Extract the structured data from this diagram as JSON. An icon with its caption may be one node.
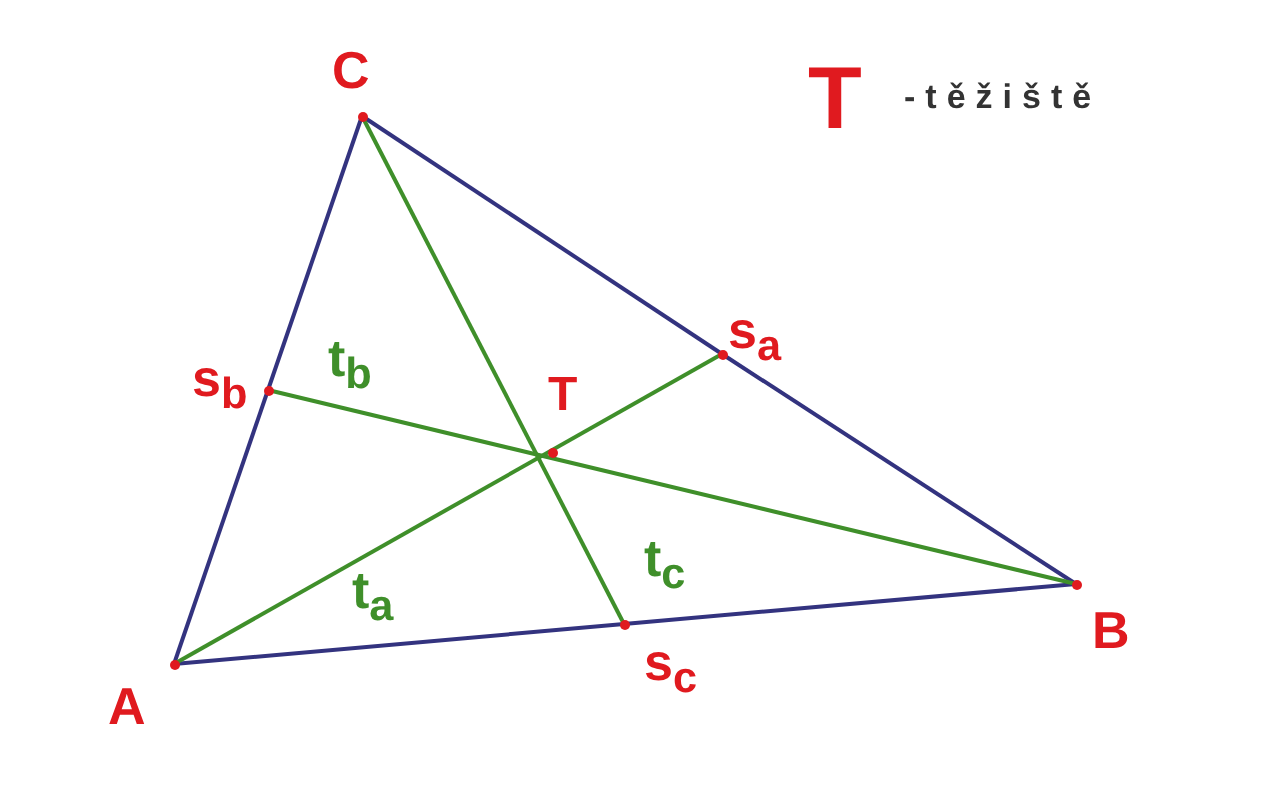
{
  "diagram": {
    "nodes": [
      {
        "text": [
          "C"
        ]
      },
      {
        "text": [
          "s$_{a}$"
        ]
      },
      {
        "text": [
          "s$_{b}$"
        ]
      },
      {
        "text": [
          "T"
        ]
      },
      {
        "text": [
          "B"
        ]
      },
      {
        "text": [
          "A"
        ]
      },
      {
        "text": [
          "s$_{c}$"
        ]
      }
    ],
    "edges": [
      {
        "from": 0,
        "to": 1,
        "arrow": "none"
      },
      {
        "from": 1,
        "to": 4,
        "arrow": "none"
      },
      {
        "from": 4,
        "to": 6,
        "arrow": "none"
      },
      {
        "from": 6,
        "to": 5,
        "arrow": "none"
      },
      {
        "from": 5,
        "to": 2,
        "arrow": "none"
      },
      {
        "from": 2,
        "to": 0,
        "arrow": "none"
      },
      {
        "from": 5,
        "to": 1,
        "arrow": "none",
        "label": "t$_{a}$",
        "color": "#3f8f2a"
      },
      {
        "from": 4,
        "to": 2,
        "arrow": "none",
        "label": "t$_{b}$",
        "color": "#3f8f2a"
      },
      {
        "from": 0,
        "to": 6,
        "arrow": "none",
        "label": "t$_{c}$",
        "color": "#3f8f2a"
      }
    ],
    "labels": [
      "T",
      "-těžiště"
    ]
  }
}
